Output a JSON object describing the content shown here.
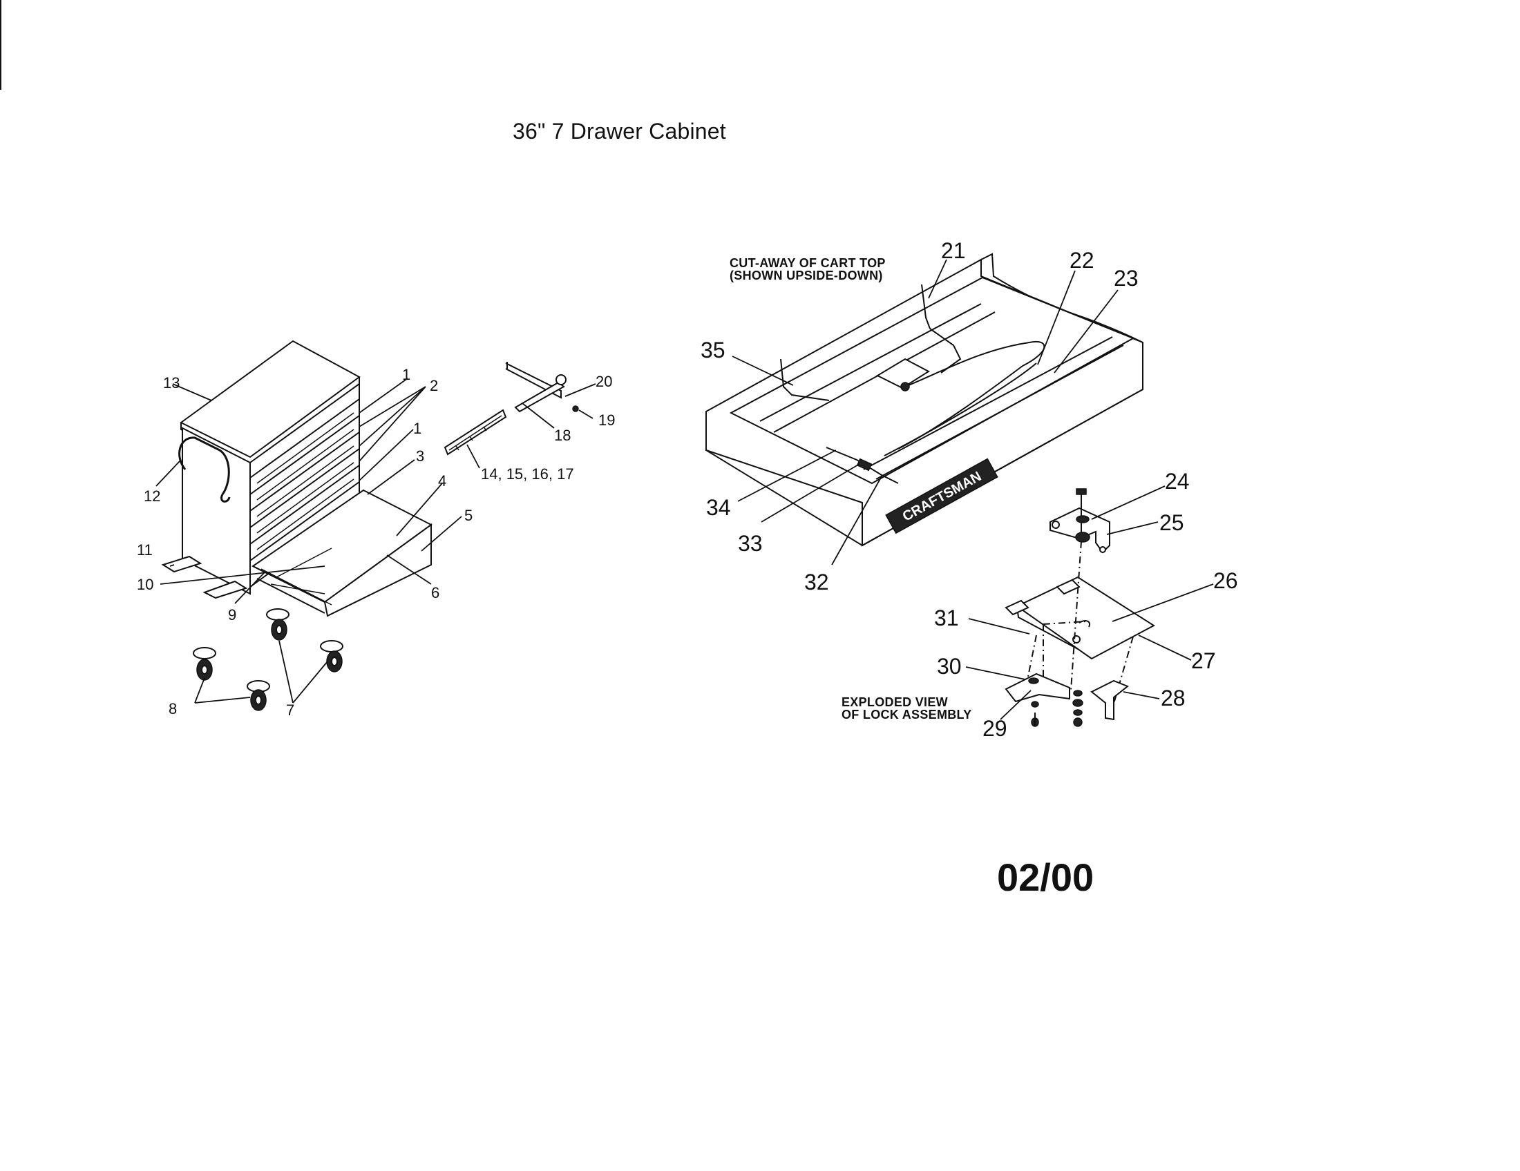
{
  "title": "36\" 7 Drawer Cabinet",
  "revision": "02/00",
  "notes": {
    "cutaway_line1": "CUT-AWAY OF CART TOP",
    "cutaway_line2": "(SHOWN UPSIDE-DOWN)",
    "exploded_line1": "EXPLODED VIEW",
    "exploded_line2": "OF LOCK ASSEMBLY"
  },
  "brand_mark": "CRAFTSMAN",
  "callouts": {
    "c1a": "1",
    "c1b": "1",
    "c2": "2",
    "c3": "3",
    "c4": "4",
    "c5": "5",
    "c6": "6",
    "c7": "7",
    "c8": "8",
    "c9": "9",
    "c10": "10",
    "c11": "11",
    "c12": "12",
    "c13": "13",
    "c14": "14, 15, 16, 17",
    "c18": "18",
    "c19": "19",
    "c20": "20",
    "c21": "21",
    "c22": "22",
    "c23": "23",
    "c24": "24",
    "c25": "25",
    "c26": "26",
    "c27": "27",
    "c28": "28",
    "c29": "29",
    "c30": "30",
    "c31": "31",
    "c32": "32",
    "c33": "33",
    "c34": "34",
    "c35": "35"
  }
}
